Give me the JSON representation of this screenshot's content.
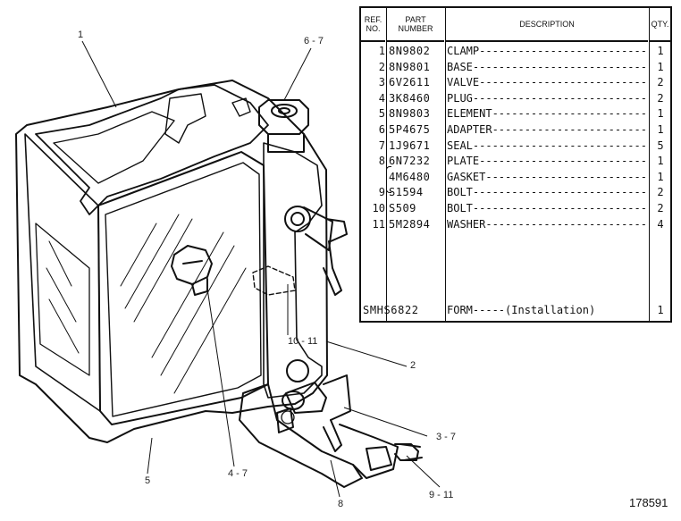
{
  "table": {
    "headers": {
      "ref": "REF. NO.",
      "part": "PART NUMBER",
      "desc": "DESCRIPTION",
      "qty": "QTY."
    },
    "rows": [
      {
        "ref": "1",
        "part": "8N9802",
        "desc": "CLAMP",
        "qty": "1"
      },
      {
        "ref": "2",
        "part": "8N9801",
        "desc": "BASE",
        "qty": "1"
      },
      {
        "ref": "3",
        "part": "6V2611",
        "desc": "VALVE",
        "qty": "2"
      },
      {
        "ref": "4",
        "part": "3K8460",
        "desc": "PLUG",
        "qty": "2"
      },
      {
        "ref": "5",
        "part": "8N9803",
        "desc": "ELEMENT",
        "qty": "1"
      },
      {
        "ref": "6",
        "part": "5P4675",
        "desc": "ADAPTER",
        "qty": "1"
      },
      {
        "ref": "7",
        "part": "1J9671",
        "desc": "SEAL",
        "qty": "5"
      },
      {
        "ref": "8",
        "part": "6N7232",
        "desc": "PLATE",
        "qty": "1"
      },
      {
        "ref": "",
        "part": "4M6480",
        "desc": "GASKET",
        "qty": "1"
      },
      {
        "ref": "9",
        "part": "S1594",
        "desc": "BOLT",
        "qty": "2"
      },
      {
        "ref": "10",
        "part": "S509",
        "desc": "BOLT",
        "qty": "2"
      },
      {
        "ref": "11",
        "part": "5M2894",
        "desc": "WASHER",
        "qty": "4"
      }
    ],
    "form": {
      "part": "SMHS6822",
      "desc": "FORM-----(Installation)",
      "qty": "1"
    }
  },
  "callouts": {
    "c1": "1",
    "c67": "6 - 7",
    "c1011": "10 - 11",
    "c2": "2",
    "c37": "3 - 7",
    "c5": "5",
    "c47": "4 - 7",
    "c8": "8",
    "c911": "9 - 11"
  },
  "figure_number": "178591"
}
